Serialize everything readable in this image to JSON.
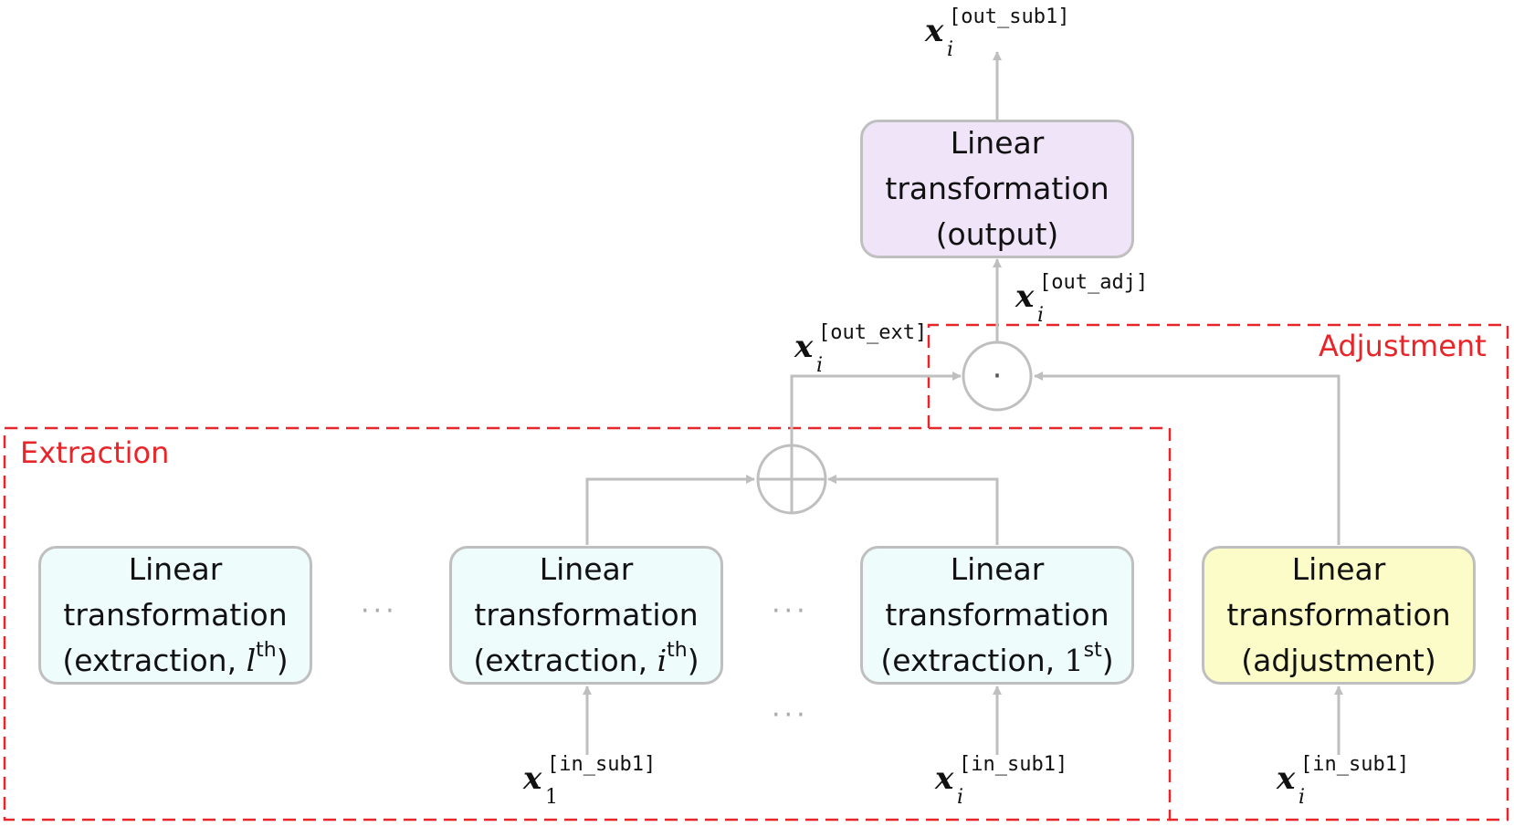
{
  "colors": {
    "region_border": "#e8262a",
    "connector": "#bfbfbf",
    "box_border": "#bfbfbf",
    "box_extraction": "#eefcfc",
    "box_adjustment": "#fcfcc8",
    "box_output": "#f0e4f8"
  },
  "regions": {
    "extraction": {
      "label": "Extraction"
    },
    "adjustment": {
      "label": "Adjustment"
    }
  },
  "boxes": {
    "output": {
      "line1": "Linear",
      "line2": "transformation",
      "line3": "(output)"
    },
    "extraction_l": {
      "line1": "Linear",
      "line2": "transformation",
      "line3_prefix": "(extraction, ",
      "index": "l",
      "sup": "th",
      "close": ")"
    },
    "extraction_i": {
      "line1": "Linear",
      "line2": "transformation",
      "line3_prefix": "(extraction, ",
      "index": "i",
      "sup": "th",
      "close": ")"
    },
    "extraction_1": {
      "line1": "Linear",
      "line2": "transformation",
      "line3_prefix": "(extraction, ",
      "index": "1",
      "sup": "st",
      "close": ")"
    },
    "adjustment": {
      "line1": "Linear",
      "line2": "transformation",
      "line3": "(adjustment)"
    }
  },
  "operators": {
    "sum": {
      "symbol": "⊕",
      "meaning": "element-wise sum"
    },
    "product": {
      "symbol": "·"
    }
  },
  "ellipsis": "···",
  "variables": {
    "out_sub1": {
      "base": "x",
      "sub": "i",
      "sup": "[out_sub1]"
    },
    "out_adj": {
      "base": "x",
      "sub": "i",
      "sup": "[out_adj]"
    },
    "out_ext": {
      "base": "x",
      "sub": "i",
      "sup": "[out_ext]"
    },
    "in_sub1_first": {
      "base": "x",
      "sub": "1",
      "sup": "[in_sub1]"
    },
    "in_sub1_ext": {
      "base": "x",
      "sub": "i",
      "sup": "[in_sub1]"
    },
    "in_sub1_adj": {
      "base": "x",
      "sub": "i",
      "sup": "[in_sub1]"
    }
  }
}
